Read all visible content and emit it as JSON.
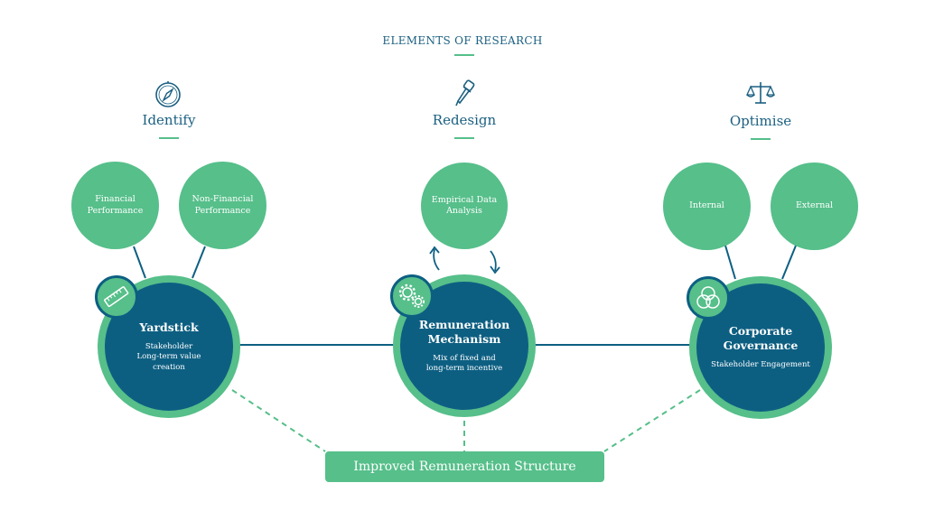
{
  "title": "ELEMENTS OF RESEARCH",
  "phases": [
    {
      "label": "Identify",
      "icon": "compass-icon"
    },
    {
      "label": "Redesign",
      "icon": "dropper-icon"
    },
    {
      "label": "Optimise",
      "icon": "scales-icon"
    }
  ],
  "bubbles": {
    "financial": "Financial\nPerformance",
    "non_financial": "Non-Financial\nPerformance",
    "empirical": "Empirical Data\nAnalysis",
    "internal": "Internal",
    "external": "External"
  },
  "nodes": [
    {
      "title": "Yardstick",
      "subtitle": "Stakeholder\nLong-term value\ncreation",
      "icon": "ruler-icon"
    },
    {
      "title": "Remuneration\nMechanism",
      "subtitle": "Mix of fixed and\nlong-term incentive",
      "icon": "gears-icon"
    },
    {
      "title": "Corporate\nGovernance",
      "subtitle": "Stakeholder Engagement",
      "icon": "overlapping-circles-icon"
    }
  ],
  "outcome": "Improved Remuneration Structure",
  "colors": {
    "green": "#56bf8a",
    "navy": "#0d5f82",
    "text": "#1a5f80"
  }
}
